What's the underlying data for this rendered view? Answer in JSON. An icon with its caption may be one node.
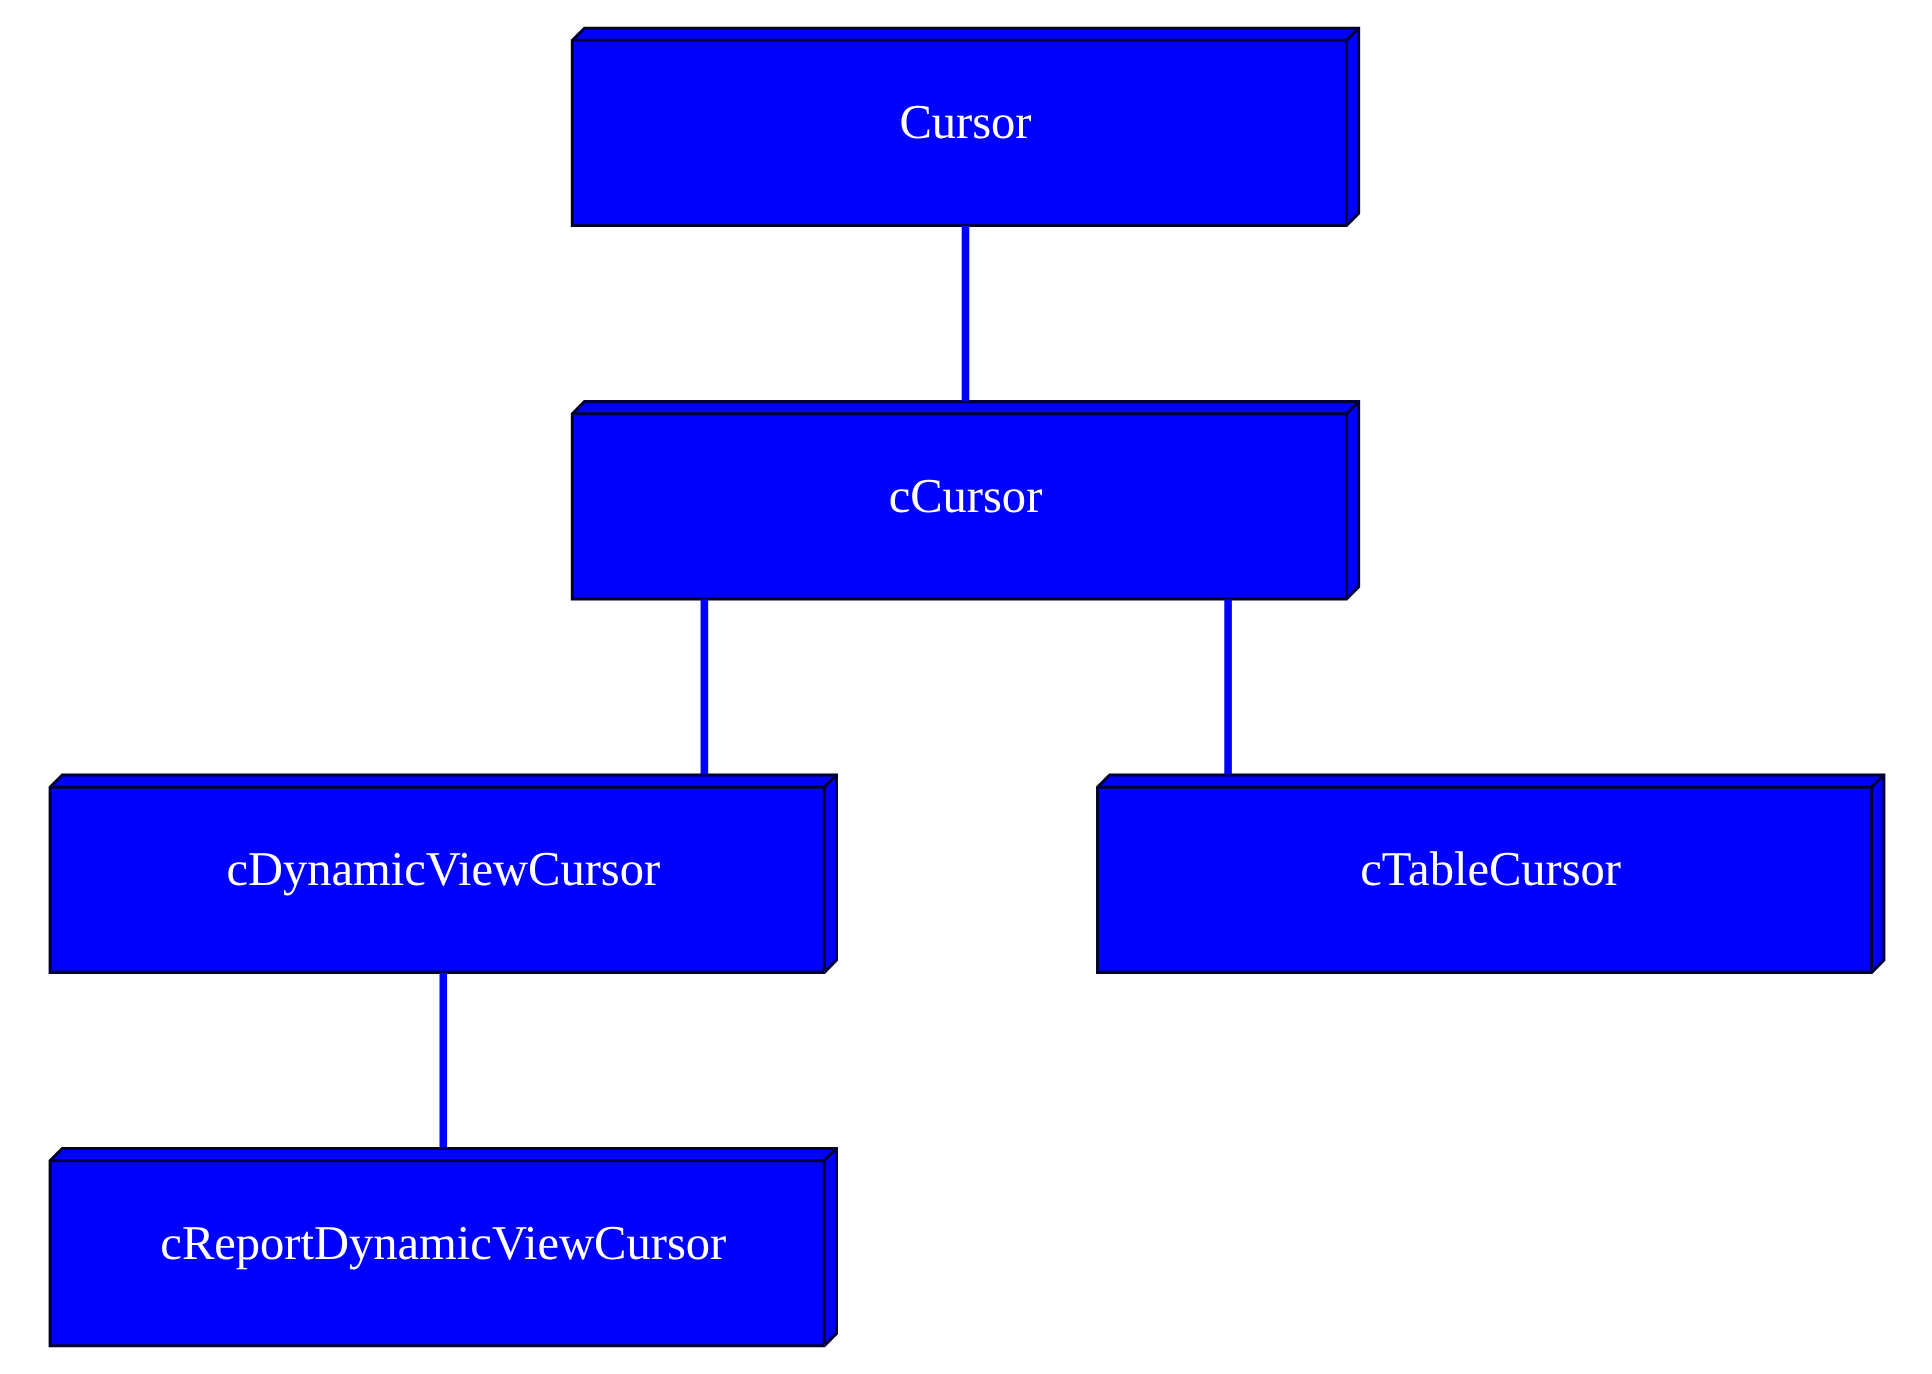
{
  "diagram": {
    "nodes": [
      {
        "text": [
          "Cursor"
        ]
      },
      {
        "text": [
          "cCursor"
        ]
      },
      {
        "text": [
          "cDynamicViewCursor"
        ]
      },
      {
        "text": [
          "cTableCursor"
        ]
      },
      {
        "text": [
          "cReportDynamicViewCursor"
        ]
      }
    ],
    "edges": [
      {
        "from": 0,
        "to": 1,
        "arrow": "none"
      },
      {
        "from": 1,
        "to": 2,
        "arrow": "none"
      },
      {
        "from": 1,
        "to": 3,
        "arrow": "none"
      },
      {
        "from": 2,
        "to": 4,
        "arrow": "none"
      }
    ]
  }
}
